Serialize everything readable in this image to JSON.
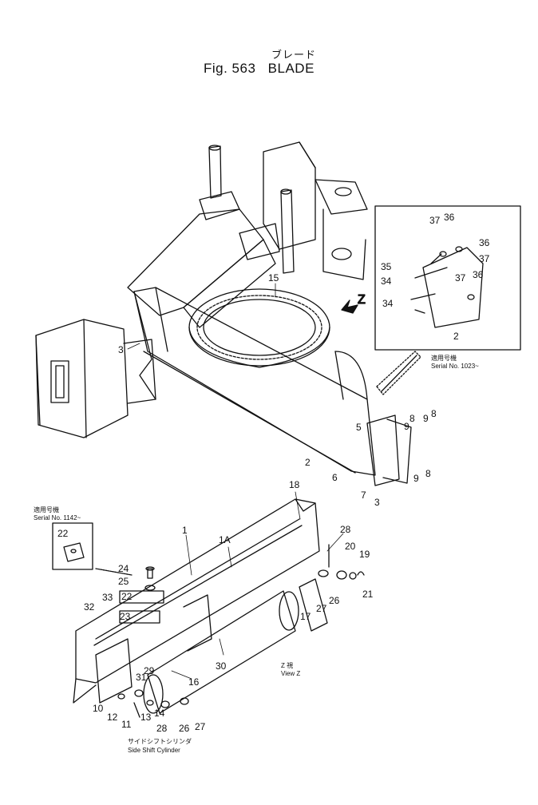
{
  "title": {
    "japanese": "ブレード",
    "fig_label": "Fig. 563",
    "name": "BLADE"
  },
  "inset_main": {
    "jp_note": "適用号機",
    "serial": "Serial No. 1023~",
    "callouts": [
      "37",
      "36",
      "36",
      "37",
      "35",
      "34",
      "37",
      "36",
      "34",
      "2"
    ]
  },
  "inset_small": {
    "jp_note": "適用号機",
    "serial": "Serial No. 1142~",
    "callouts": [
      "22"
    ]
  },
  "view_label": {
    "jp": "Z 視",
    "en": "View Z"
  },
  "cylinder_label": {
    "jp": "サイドシフトシリンダ",
    "en": "Side Shift Cylinder"
  },
  "z_arrow_label": "Z",
  "callouts_upper": [
    "15",
    "3",
    "8",
    "9",
    "9",
    "8",
    "5",
    "9",
    "8",
    "2",
    "6",
    "7",
    "3"
  ],
  "callouts_lower": [
    "18",
    "1",
    "1A",
    "28",
    "20",
    "19",
    "21",
    "24",
    "25",
    "22",
    "33",
    "23",
    "32",
    "26",
    "27",
    "17",
    "30",
    "29",
    "31",
    "16",
    "10",
    "12",
    "11",
    "13",
    "14",
    "28",
    "26",
    "27"
  ]
}
